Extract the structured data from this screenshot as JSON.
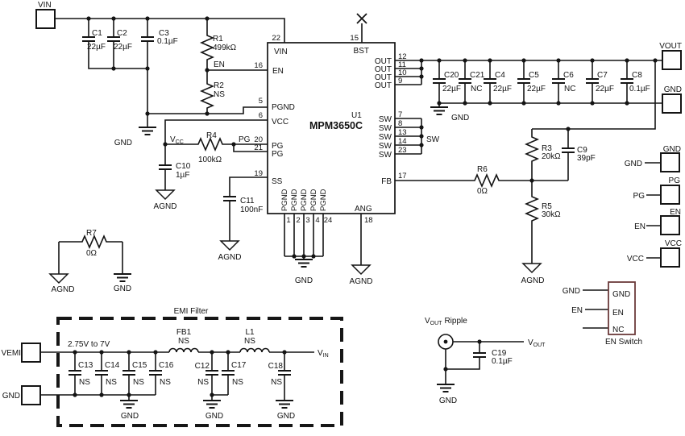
{
  "ic": {
    "ref": "U1",
    "part": "MPM3650C"
  },
  "pins": {
    "p22": "22",
    "p15": "15",
    "p16": "16",
    "p5": "5",
    "p6": "6",
    "p20": "20",
    "p21": "21",
    "p19": "19",
    "p12": "12",
    "p11": "11",
    "p10": "10",
    "p9": "9",
    "p7": "7",
    "p8": "8",
    "p13": "13",
    "p14": "14",
    "p23": "23",
    "p17": "17",
    "p18": "18",
    "p1": "1",
    "p2": "2",
    "p3": "3",
    "p4": "4",
    "p24": "24",
    "vin": "VIN",
    "bst": "BST",
    "en": "EN",
    "pgnd": "PGND",
    "vcc": "VCC",
    "pg": "PG",
    "ss": "SS",
    "out": "OUT",
    "sw": "SW",
    "fb": "FB",
    "ang": "ANG"
  },
  "comp": {
    "c1": {
      "r": "C1",
      "v": "22µF"
    },
    "c2": {
      "r": "C2",
      "v": "22µF"
    },
    "c3": {
      "r": "C3",
      "v": "0.1µF"
    },
    "r1": {
      "r": "R1",
      "v": "499kΩ"
    },
    "r2": {
      "r": "R2",
      "v": "NS"
    },
    "r4": {
      "r": "R4",
      "v": "100kΩ"
    },
    "c10": {
      "r": "C10",
      "v": "1µF"
    },
    "c11": {
      "r": "C11",
      "v": "100nF"
    },
    "r7": {
      "r": "R7",
      "v": "0Ω"
    },
    "c20": {
      "r": "C20",
      "v": "22µF"
    },
    "c21": {
      "r": "C21",
      "v": "NC"
    },
    "c4": {
      "r": "C4",
      "v": "22µF"
    },
    "c5": {
      "r": "C5",
      "v": "22µF"
    },
    "c6": {
      "r": "C6",
      "v": "NC"
    },
    "c7": {
      "r": "C7",
      "v": "22µF"
    },
    "c8": {
      "r": "C8",
      "v": "0.1µF"
    },
    "r3": {
      "r": "R3",
      "v": "20kΩ"
    },
    "c9": {
      "r": "C9",
      "v": "39pF"
    },
    "r6": {
      "r": "R6",
      "v": "0Ω"
    },
    "r5": {
      "r": "R5",
      "v": "30kΩ"
    },
    "c13": {
      "r": "C13",
      "v": "NS"
    },
    "c14": {
      "r": "C14",
      "v": "NS"
    },
    "c15": {
      "r": "C15",
      "v": "NS"
    },
    "c16": {
      "r": "C16",
      "v": "NS"
    },
    "fb1": {
      "r": "FB1",
      "v": "NS"
    },
    "l1": {
      "r": "L1",
      "v": "NS"
    },
    "c12": {
      "r": "C12",
      "v": "NS"
    },
    "c17": {
      "r": "C17",
      "v": "NS"
    },
    "c18": {
      "r": "C18",
      "v": "NS"
    },
    "c19": {
      "r": "C19",
      "v": "0.1µF"
    }
  },
  "term": {
    "vin": "VIN",
    "vout": "VOUT",
    "gnd": "GND",
    "pg": "PG",
    "en": "EN",
    "vcc": "VCC",
    "vemi": "VEMI"
  },
  "net": {
    "gnd": "GND",
    "agnd": "AGND",
    "en": "EN",
    "pg": "PG",
    "sw": "SW",
    "v": "V",
    "vcc_sub": "CC",
    "vin_sub": "IN",
    "vout_sub": "OUT",
    "ripple": "Ripple"
  },
  "note": {
    "range": "2.75V to 7V",
    "emi": "EMI Filter",
    "ensw": "EN Switch",
    "sw_gnd": "GND",
    "sw_en": "EN",
    "sw_nc": "NC"
  }
}
